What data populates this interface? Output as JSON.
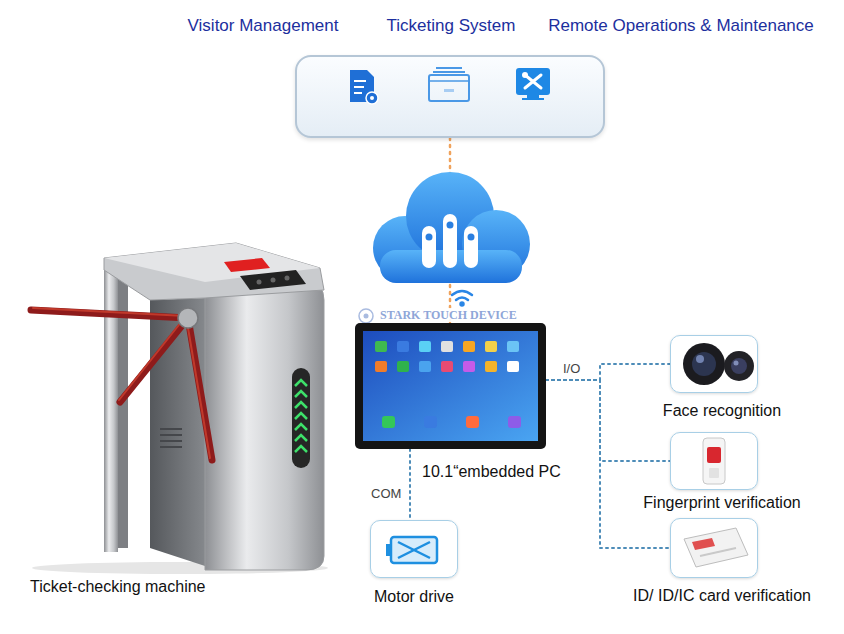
{
  "diagram": {
    "nodes": [
      {
        "text": [
          "Visitor Management",
          "Ticketing System",
          "Remote Operations & Maintenance"
        ]
      },
      {
        "text": [
          "10.1“embedded PC"
        ]
      },
      {
        "text": [
          "Face recognition"
        ]
      },
      {
        "text": [
          "Fingerprint verification"
        ]
      },
      {
        "text": [
          "ID/ ID/IC card verification"
        ]
      },
      {
        "text": [
          "Motor drive"
        ]
      },
      {
        "text": [
          "Ticket-checking machine"
        ]
      }
    ],
    "edges": [
      {
        "from": 0,
        "to": 1,
        "arrow": "none"
      },
      {
        "from": 1,
        "to": 2,
        "label": "I/O",
        "arrow": "none"
      },
      {
        "from": 1,
        "to": 3,
        "arrow": "none"
      },
      {
        "from": 1,
        "to": 4,
        "arrow": "none"
      },
      {
        "from": 1,
        "to": 5,
        "label": "COM",
        "arrow": "none"
      }
    ],
    "labels": [
      "STARK TOUCH DEVICE"
    ]
  }
}
